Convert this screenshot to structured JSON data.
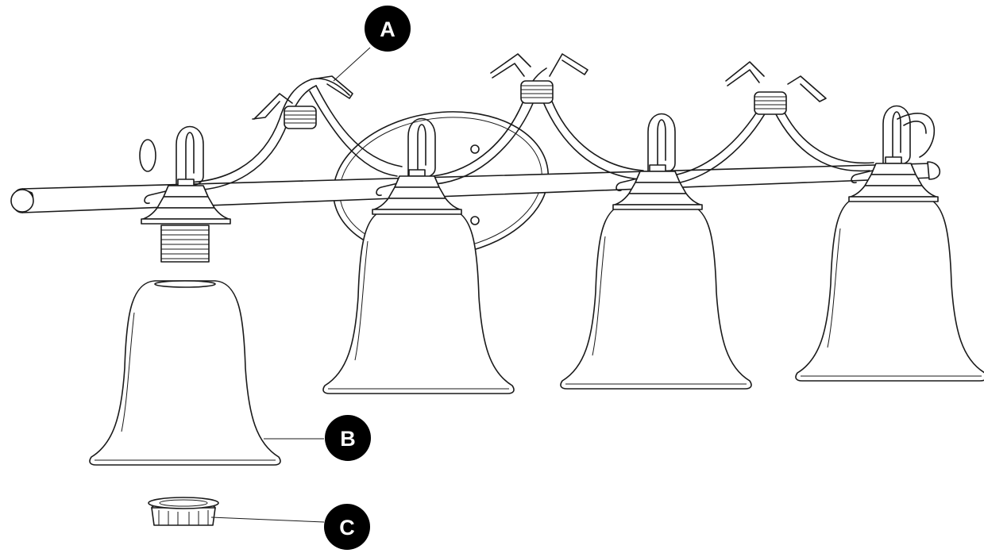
{
  "callouts": {
    "a": {
      "label": "A"
    },
    "b": {
      "label": "B"
    },
    "c": {
      "label": "C"
    }
  },
  "colors": {
    "ink": "#1a1a1a",
    "callout_fill": "#000000",
    "callout_text": "#ffffff",
    "background": "#ffffff"
  }
}
